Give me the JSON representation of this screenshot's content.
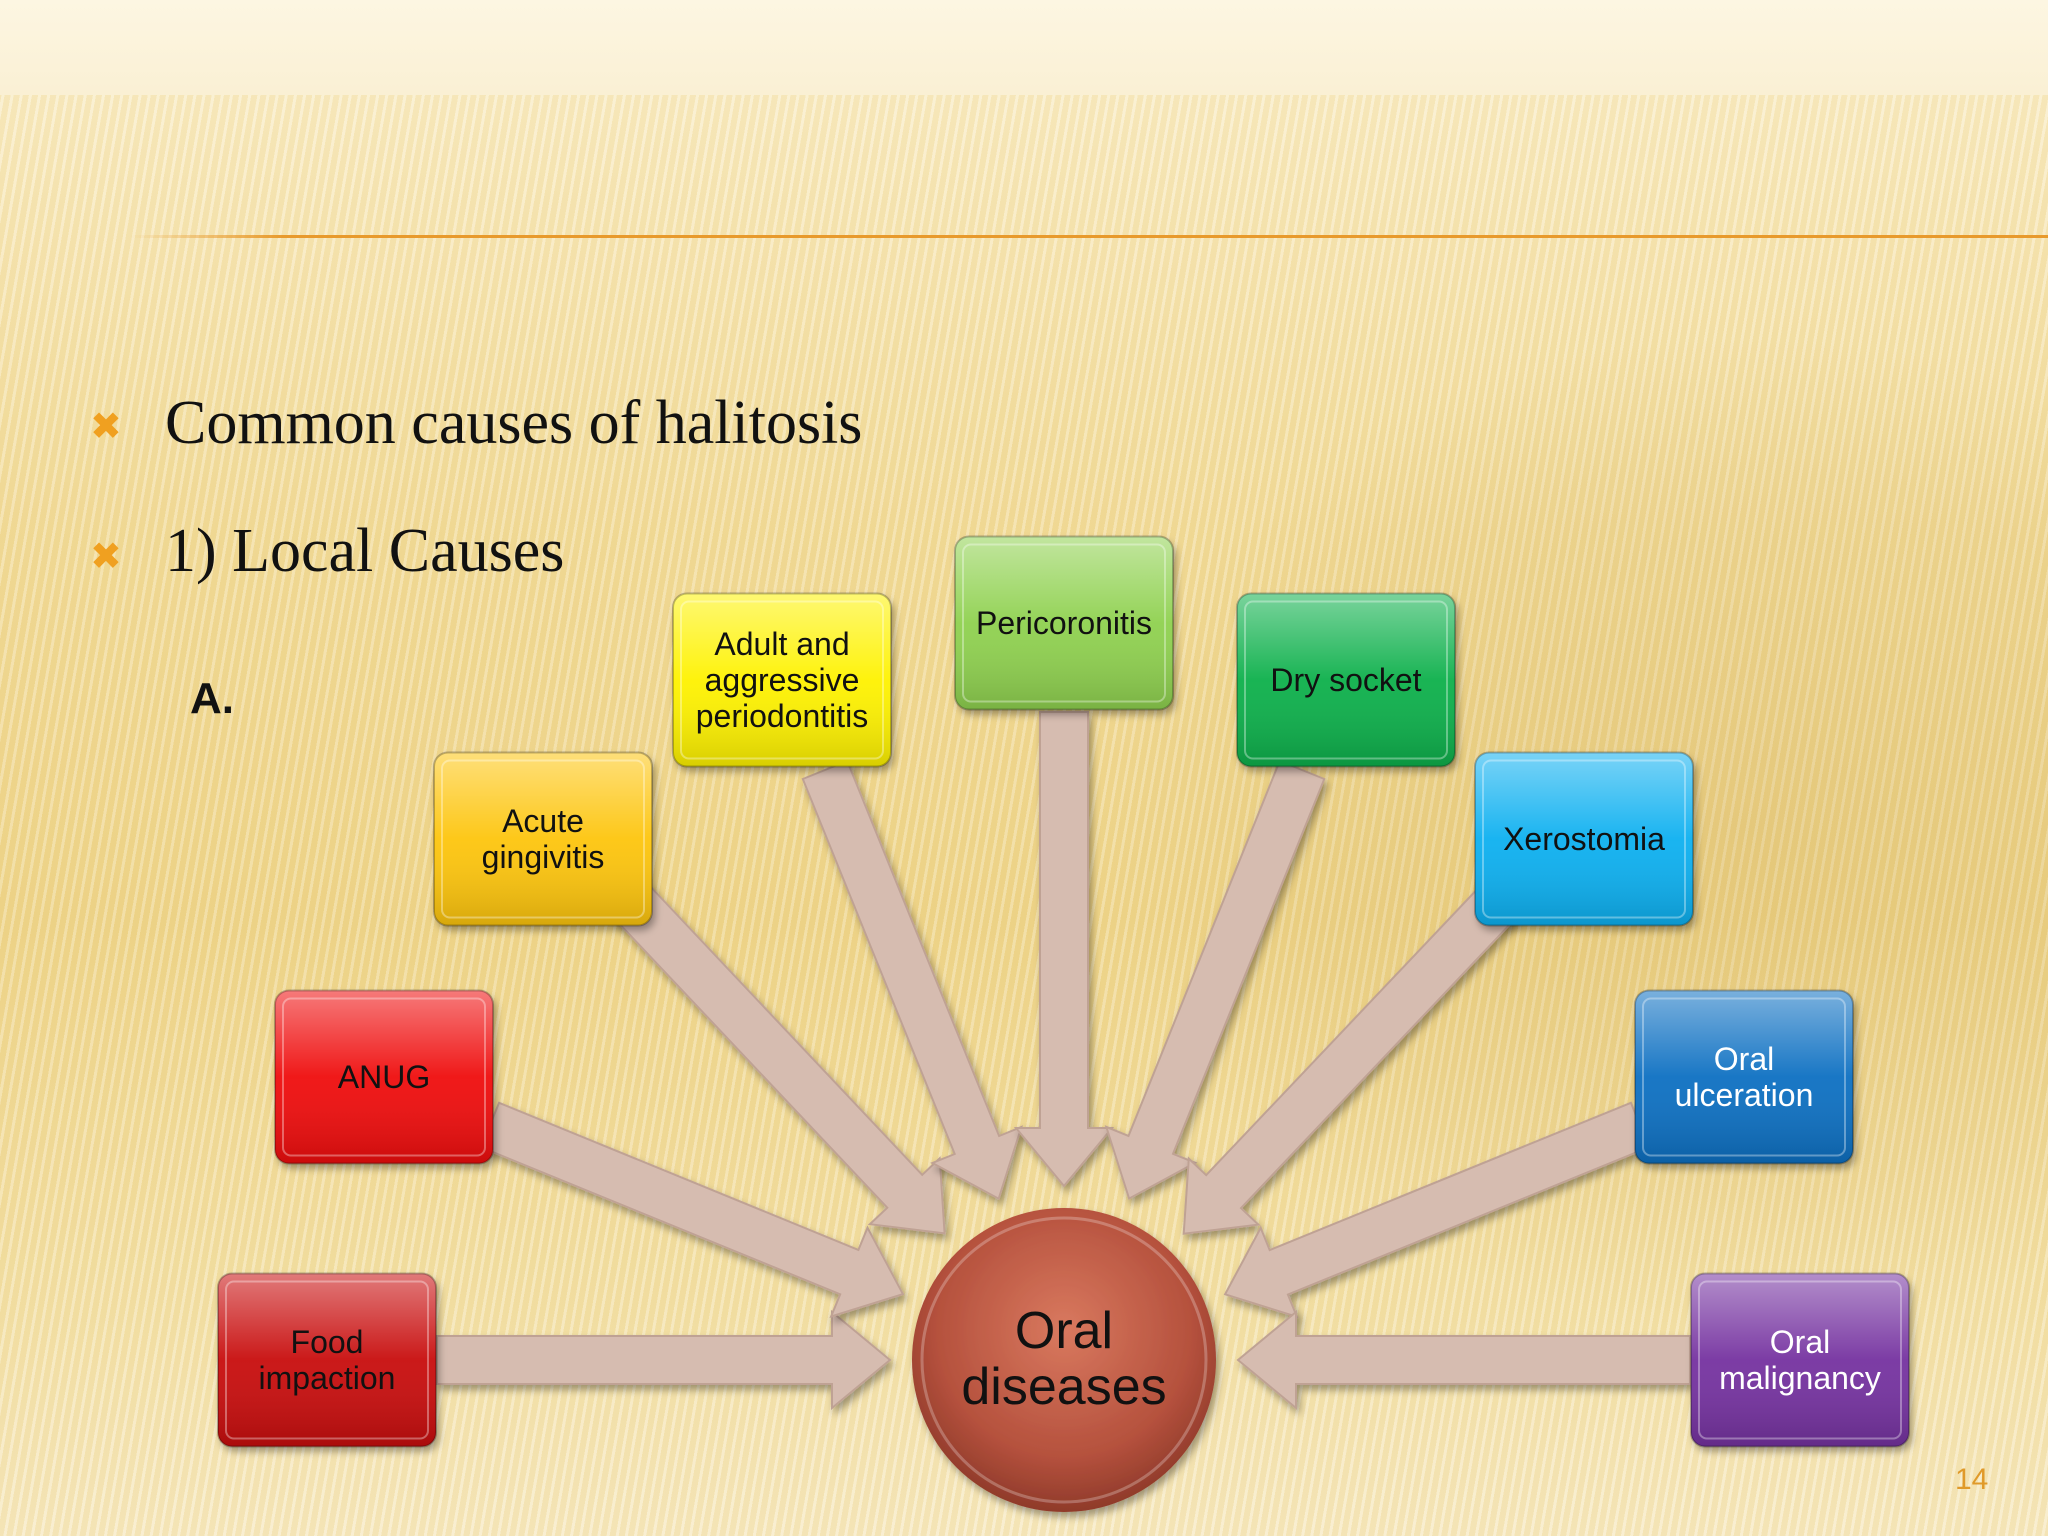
{
  "bullets": [
    "Common causes of halitosis",
    "1) Local Causes"
  ],
  "sublabel": "A.",
  "center": {
    "lines": [
      "Oral",
      "diseases"
    ],
    "color": "#b5513d"
  },
  "nodes": [
    {
      "lines": [
        "Food",
        "impaction"
      ],
      "color": "#c80c0c",
      "text_color": "#111111"
    },
    {
      "lines": [
        "ANUG"
      ],
      "color": "#ef1010",
      "text_color": "#111111"
    },
    {
      "lines": [
        "Acute",
        "gingivitis"
      ],
      "color": "#fdc50f",
      "text_color": "#111111"
    },
    {
      "lines": [
        "Adult and",
        "aggressive",
        "periodontitis"
      ],
      "color": "#fef200",
      "text_color": "#111111"
    },
    {
      "lines": [
        "Pericoronitis"
      ],
      "color": "#8fd14f",
      "text_color": "#111111"
    },
    {
      "lines": [
        "Dry socket"
      ],
      "color": "#10b04b",
      "text_color": "#111111"
    },
    {
      "lines": [
        "Xerostomia"
      ],
      "color": "#0bb0f0",
      "text_color": "#111111"
    },
    {
      "lines": [
        "Oral",
        "ulceration"
      ],
      "color": "#0a6fc2",
      "text_color": "#ffffff"
    },
    {
      "lines": [
        "Oral",
        "malignancy"
      ],
      "color": "#7430a0",
      "text_color": "#ffffff"
    }
  ],
  "page_number": "14",
  "colors": {
    "arrow": "#d6bcb0",
    "accent": "#e89a2c"
  }
}
